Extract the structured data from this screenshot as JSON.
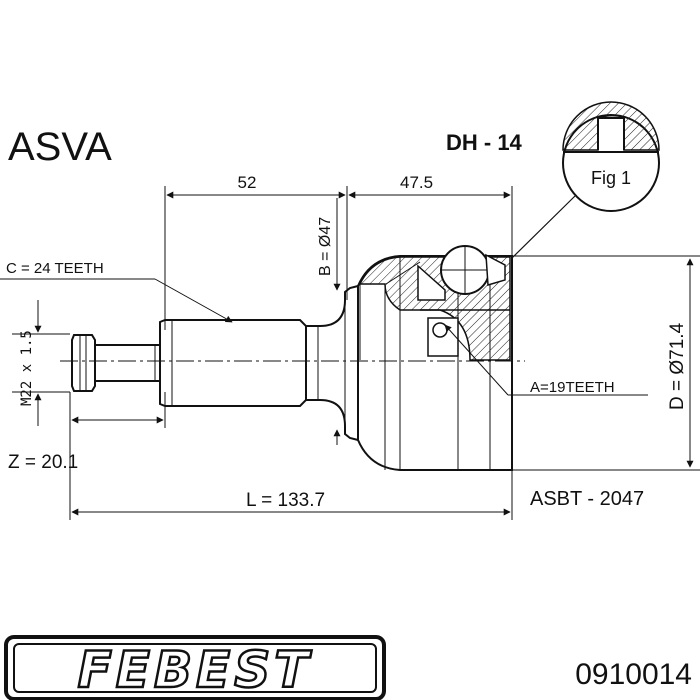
{
  "brand_top": "ASVA",
  "model_code": "DH - 14",
  "fig_label": "Fig 1",
  "dimensions": {
    "len_52": "52",
    "len_47_5": "47.5",
    "b_diameter": "B = Ø47",
    "c_teeth": "C  = 24 TEETH",
    "thread": "M22 x 1.5",
    "z_value": "Z = 20.1",
    "total_length": "L = 133.7",
    "a_teeth": "A=19TEETH",
    "d_diameter": "D = Ø71.4"
  },
  "part_number_alt": "ASBT - 2047",
  "brand_bottom": "FEBEST",
  "part_number": "0910014",
  "colors": {
    "ink": "#111111",
    "background": "#ffffff"
  }
}
